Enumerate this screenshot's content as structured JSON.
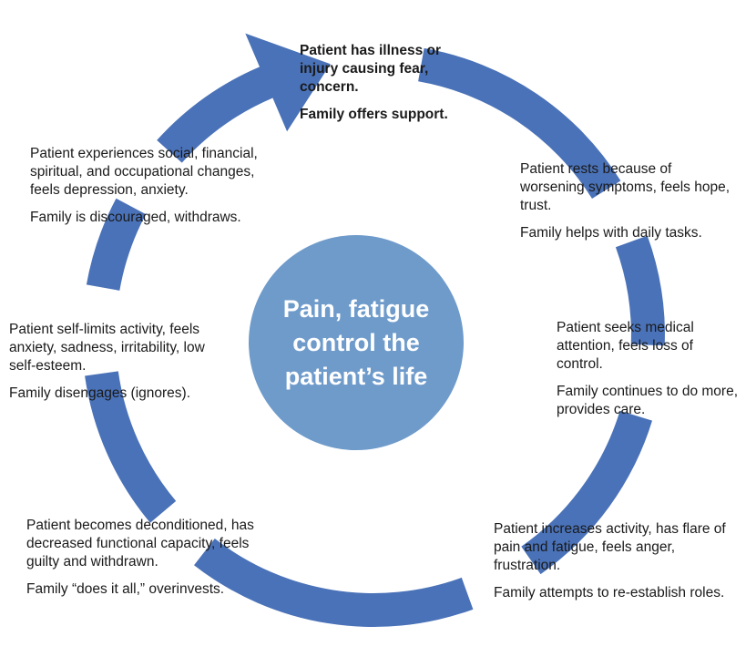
{
  "center": {
    "lines": [
      "Pain, fatigue",
      "control the",
      "patient’s life"
    ]
  },
  "colors": {
    "arrow": "#4a72b8",
    "center_circle": "#6f9bcb",
    "center_text": "#ffffff"
  },
  "steps": [
    {
      "patient": "Patient has illness or injury causing fear, concern.",
      "family": "Family offers support."
    },
    {
      "patient": "Patient rests because of worsening symptoms, feels hope, trust.",
      "family": "Family helps with daily tasks."
    },
    {
      "patient": "Patient seeks medical attention, feels loss of control.",
      "family": "Family continues to do more, provides care."
    },
    {
      "patient": "Patient increases activity, has flare of pain and fatigue, feels anger, frustration.",
      "family": "Family attempts to re-establish roles."
    },
    {
      "patient": "Patient becomes deconditioned, has decreased functional capacity, feels guilty and withdrawn.",
      "family": "Family “does it all,” overinvests."
    },
    {
      "patient": "Patient self-limits activity, feels anxiety, sadness, irritability, low self-esteem.",
      "family": "Family disengages (ignores)."
    },
    {
      "patient": "Patient experiences social, financial, spiritual, and occupational changes, feels depression, anxiety.",
      "family": "Family is discouraged, withdraws."
    }
  ]
}
